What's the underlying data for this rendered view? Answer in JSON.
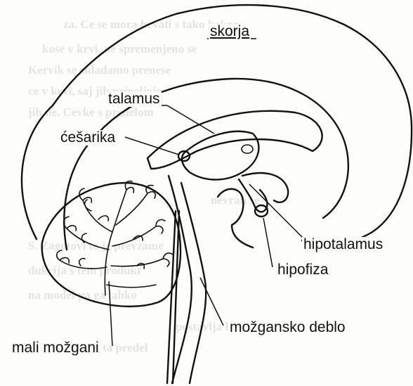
{
  "labels": {
    "skorja": "skorja",
    "talamus": "talamus",
    "cesarika": "ćešarika",
    "hipotalamus": "hipotalamus",
    "hipofiza": "hipofiza",
    "mozgansko_deblo": "možgansko deblo",
    "mali_mozgani": "mali možgani"
  }
}
